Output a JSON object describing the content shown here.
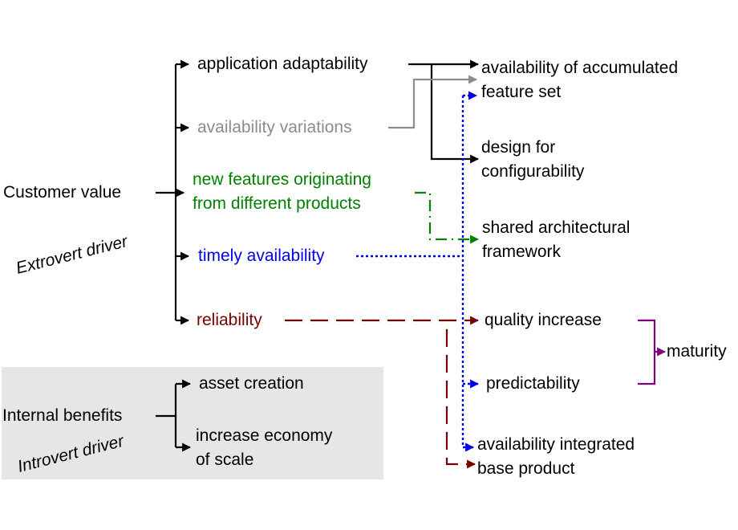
{
  "colors": {
    "black": "#000000",
    "gray": "#8c8c8c",
    "green": "#008000",
    "blue": "#0000e6",
    "darkred": "#7a0000",
    "purple": "#800080",
    "panel": "#e6e6e6"
  },
  "drivers": {
    "customer_value": "Customer value",
    "extrovert_driver": "Extrovert driver",
    "internal_benefits": "Internal benefits",
    "introvert_driver": "Introvert driver"
  },
  "customer_items": {
    "application_adaptability": "application adaptability",
    "availability_variations": "availability variations",
    "new_features_line1": "new features originating",
    "new_features_line2": "from different products",
    "timely_availability": "timely availability",
    "reliability": "reliability"
  },
  "internal_items": {
    "asset_creation": "asset creation",
    "economy_line1": "increase economy",
    "economy_line2": "of scale"
  },
  "results": {
    "accumulated_line1": "availability of accumulated",
    "accumulated_line2": "feature set",
    "configurability_line1": "design for",
    "configurability_line2": "configurability",
    "framework_line1": "shared architectural",
    "framework_line2": "framework",
    "quality_increase": "quality increase",
    "predictability": "predictability",
    "integrated_line1": "availability integrated",
    "integrated_line2": "base product",
    "maturity": "maturity"
  }
}
